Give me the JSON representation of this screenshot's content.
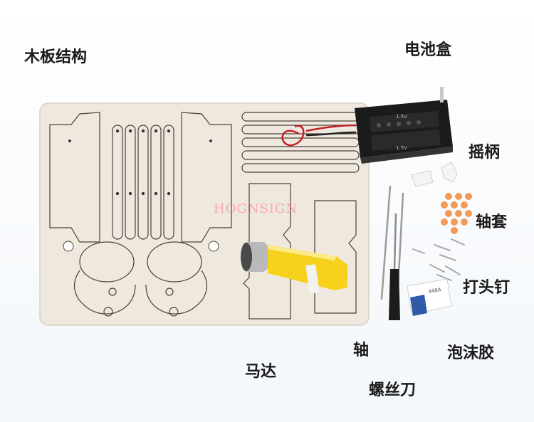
{
  "labels": {
    "wood_structure": "木板结构",
    "battery_box": "电池盒",
    "crank": "摇柄",
    "bushing": "轴套",
    "nails": "打头钉",
    "axle": "轴",
    "foam_tape": "泡沫胶",
    "motor": "马达",
    "screwdriver": "螺丝刀"
  },
  "watermark": "HOGNSIGN",
  "battery_marks": [
    "1.5V",
    "1.5V"
  ],
  "tape_marks": [
    "448A"
  ],
  "colors": {
    "board": "#efe8df",
    "board_line": "#4a4038",
    "battery": "#1b1b1b",
    "motor_yellow": "#f6d21c",
    "bushing_orange": "#f39a57"
  }
}
